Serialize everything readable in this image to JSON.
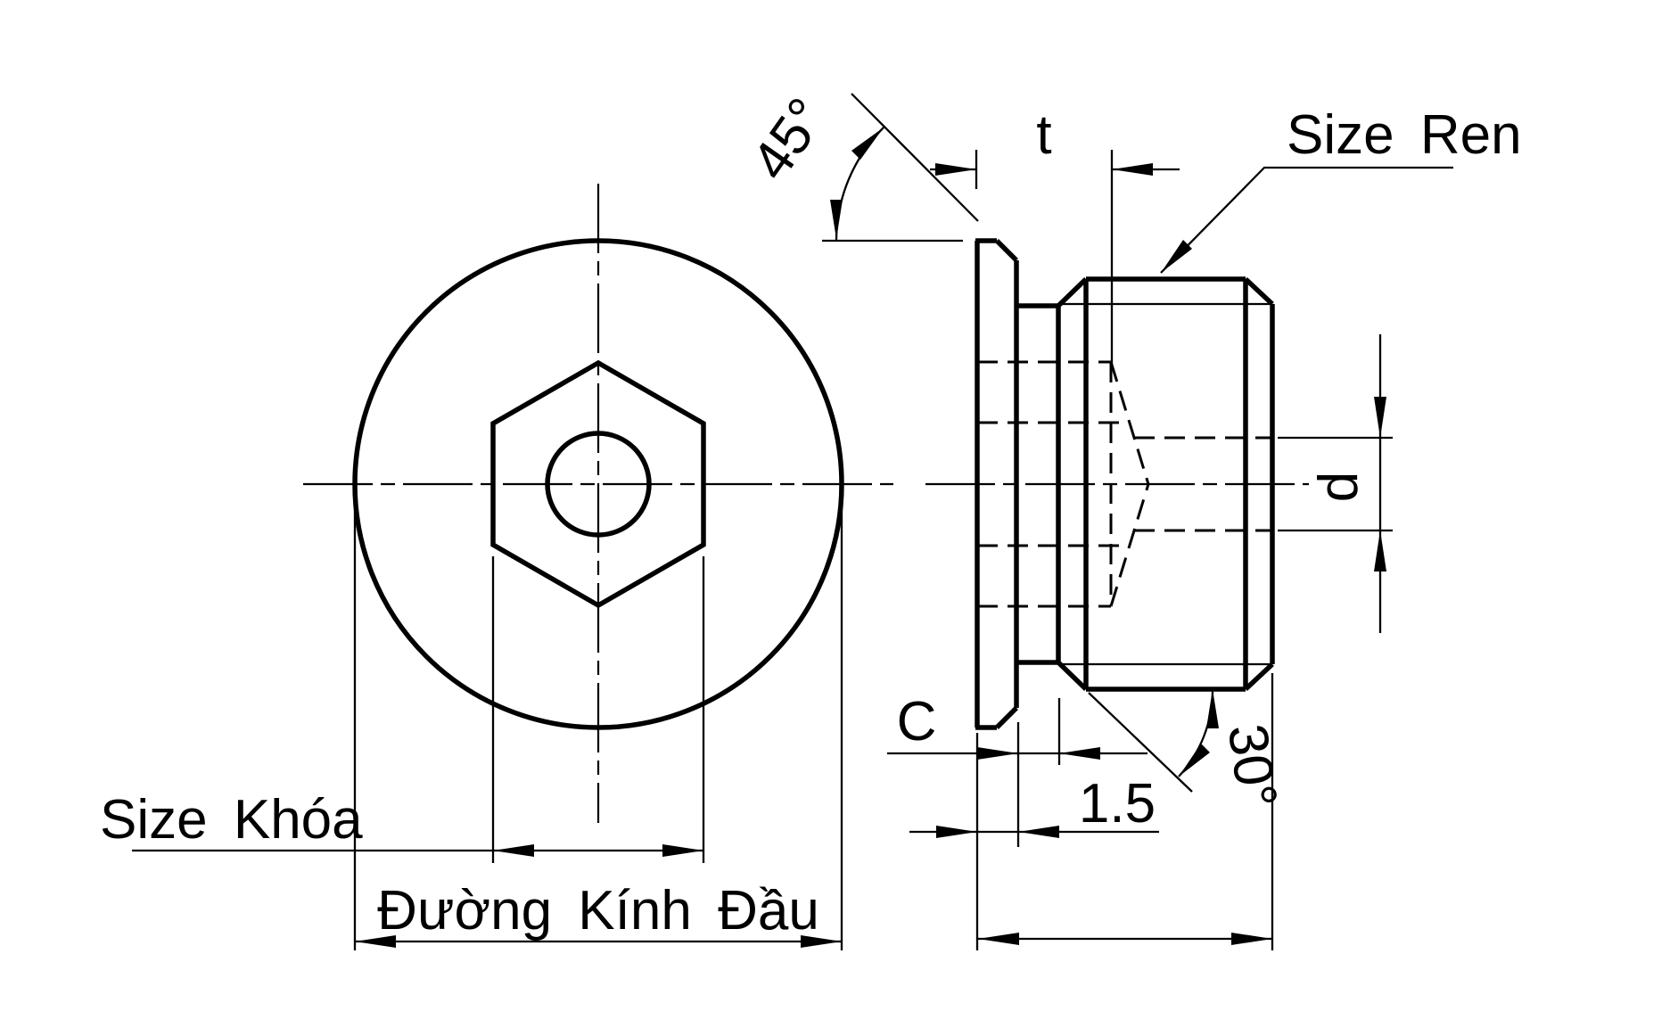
{
  "theme": {
    "ink": "#000000",
    "paper": "#ffffff"
  },
  "labels": {
    "head_chamfer_angle": "45°",
    "socket_depth": "t",
    "thread_size": "Size Ren",
    "hole_diameter": "d",
    "neck_width": "C",
    "head_thickness": "1.5",
    "end_chamfer_angle": "30°",
    "key_size": "Size Khóa",
    "head_diameter": "Đường Kính Đầu"
  }
}
